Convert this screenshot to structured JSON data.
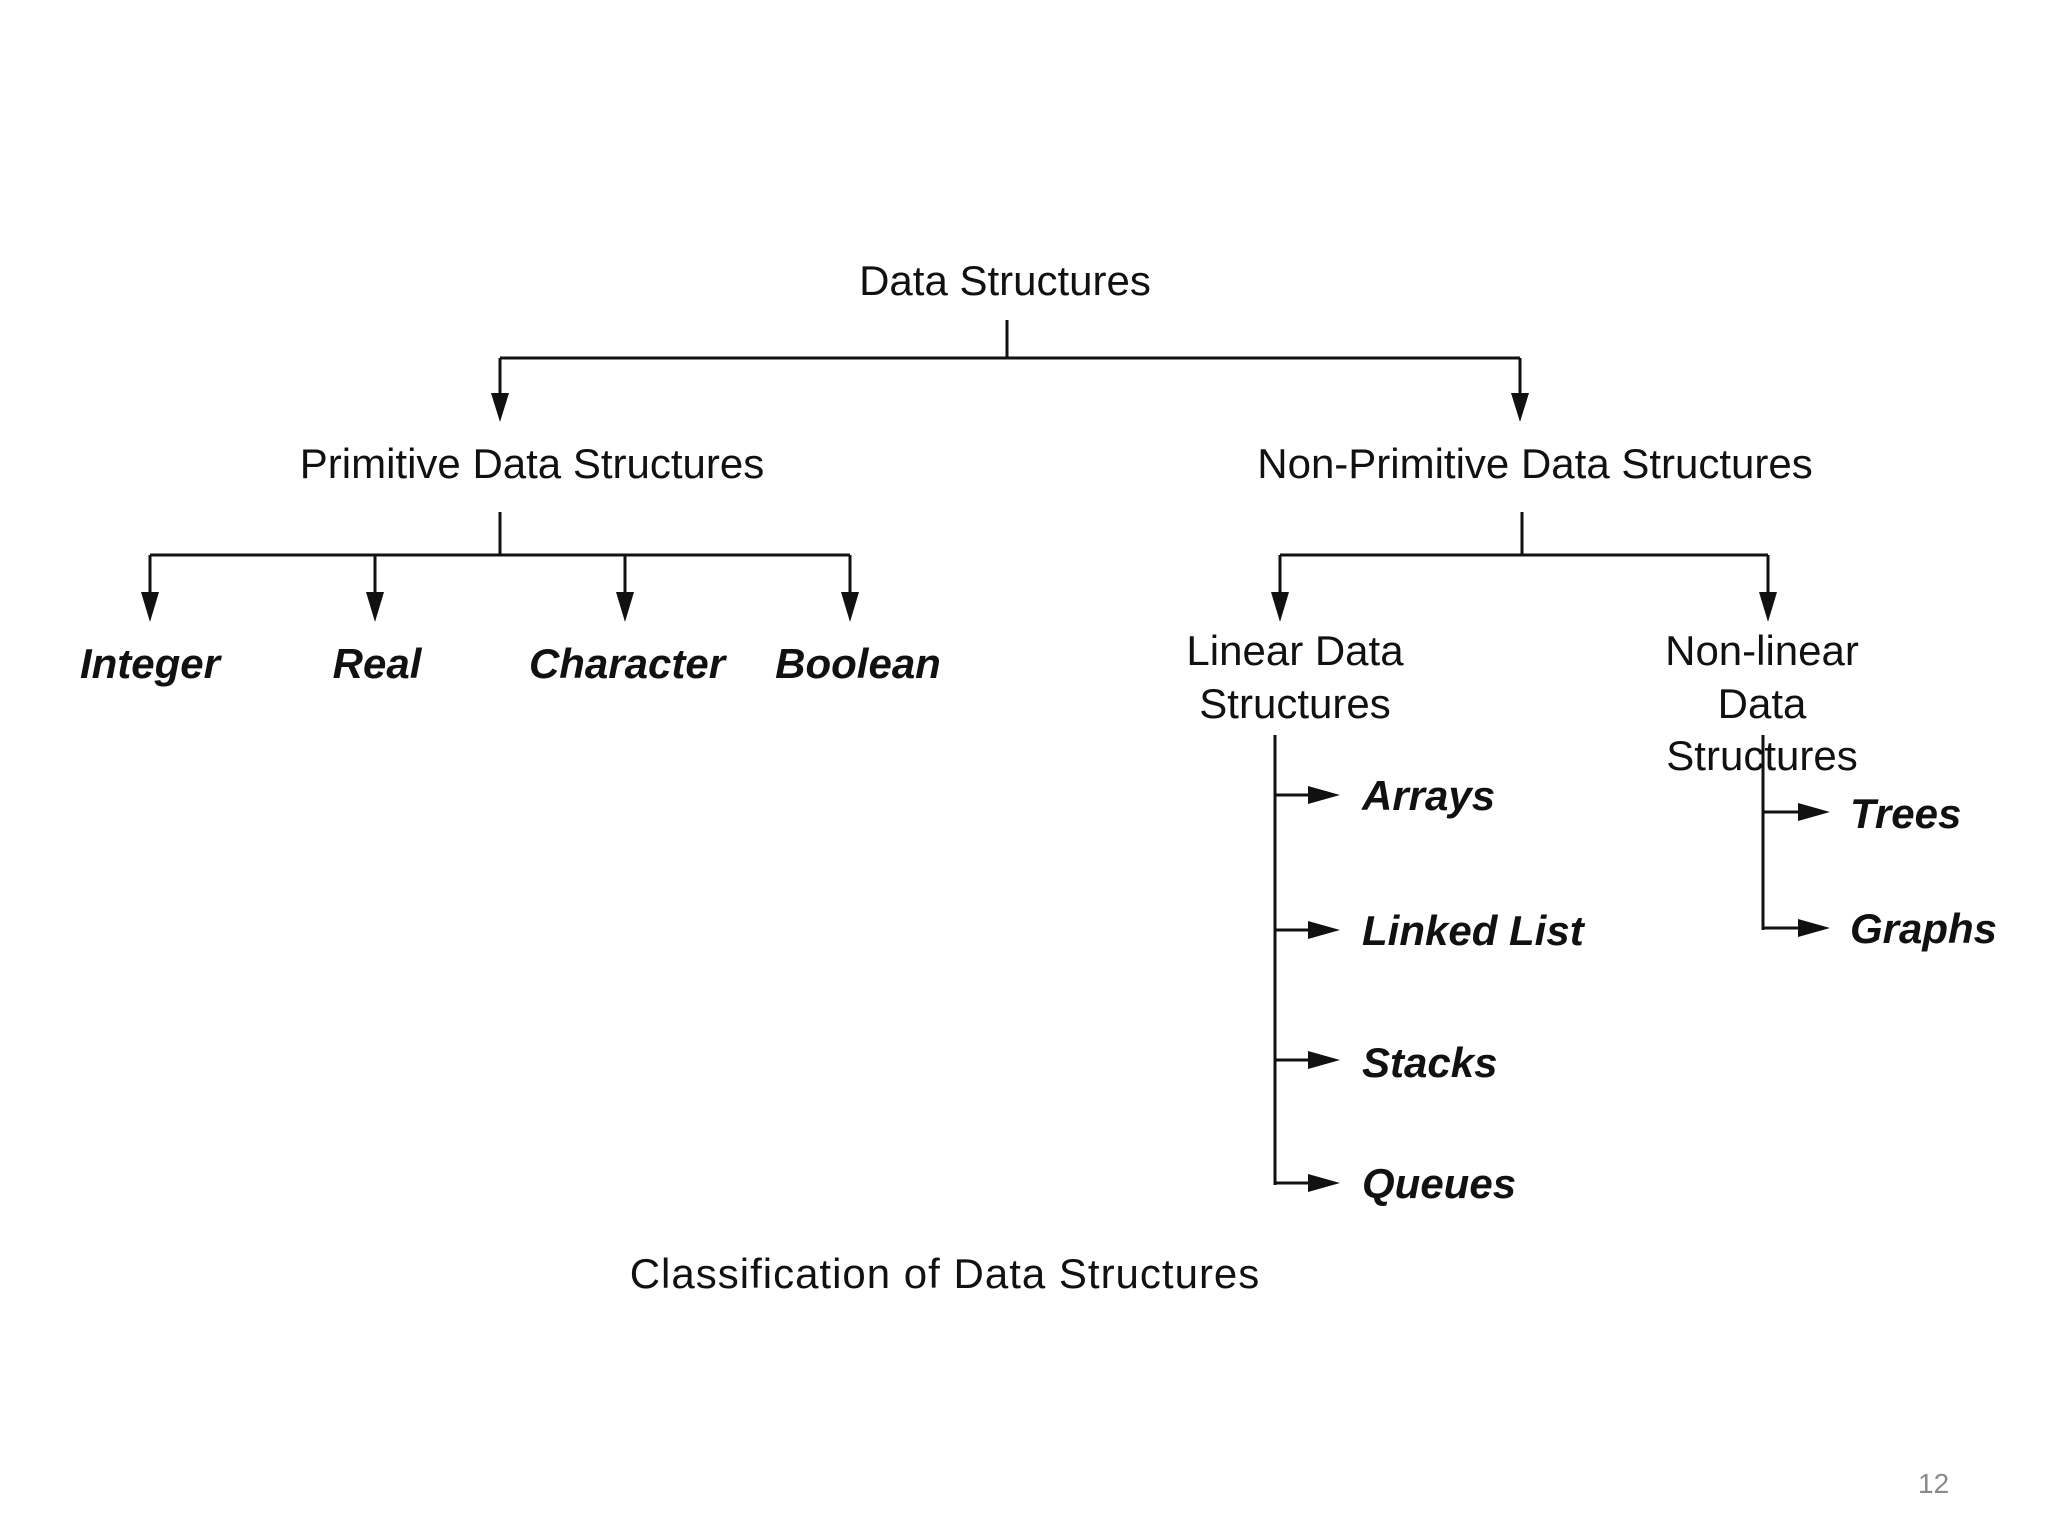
{
  "diagram": {
    "root": "Data Structures",
    "primitive": {
      "label": "Primitive Data Structures",
      "children": [
        "Integer",
        "Real",
        "Character",
        "Boolean"
      ]
    },
    "non_primitive": {
      "label": "Non-Primitive Data Structures",
      "linear": {
        "label": "Linear Data\nStructures",
        "children": [
          "Arrays",
          "Linked List",
          "Stacks",
          "Queues"
        ]
      },
      "non_linear": {
        "label": "Non-linear Data\nStructures",
        "children": [
          "Trees",
          "Graphs"
        ]
      }
    },
    "caption": "Classification of Data Structures"
  },
  "slide": {
    "page_number": "12"
  }
}
